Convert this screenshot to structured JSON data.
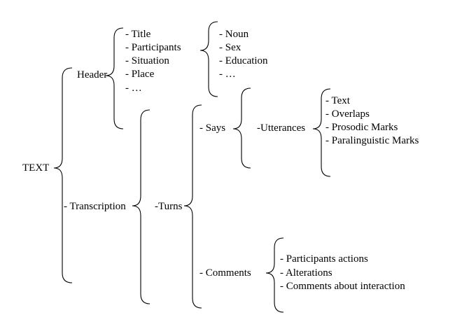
{
  "root": "TEXT",
  "header": {
    "label": "Header",
    "items": [
      "- Title",
      "- Participants",
      "- Situation",
      "- Place",
      "- …"
    ]
  },
  "participants_details": [
    "- Noun",
    "- Sex",
    "- Education",
    "- …"
  ],
  "transcription": {
    "label": "- Transcription"
  },
  "turns": {
    "label": "-Turns"
  },
  "says": {
    "label": "- Says"
  },
  "utterances": {
    "label": "-Utterances",
    "items": [
      "- Text",
      "- Overlaps",
      "- Prosodic Marks",
      "- Paralinguistic Marks"
    ]
  },
  "comments": {
    "label": "- Comments",
    "items": [
      "- Participants actions",
      "- Alterations",
      "- Comments about interaction"
    ]
  },
  "colors": {
    "ink": "#000000",
    "background": "#ffffff"
  }
}
